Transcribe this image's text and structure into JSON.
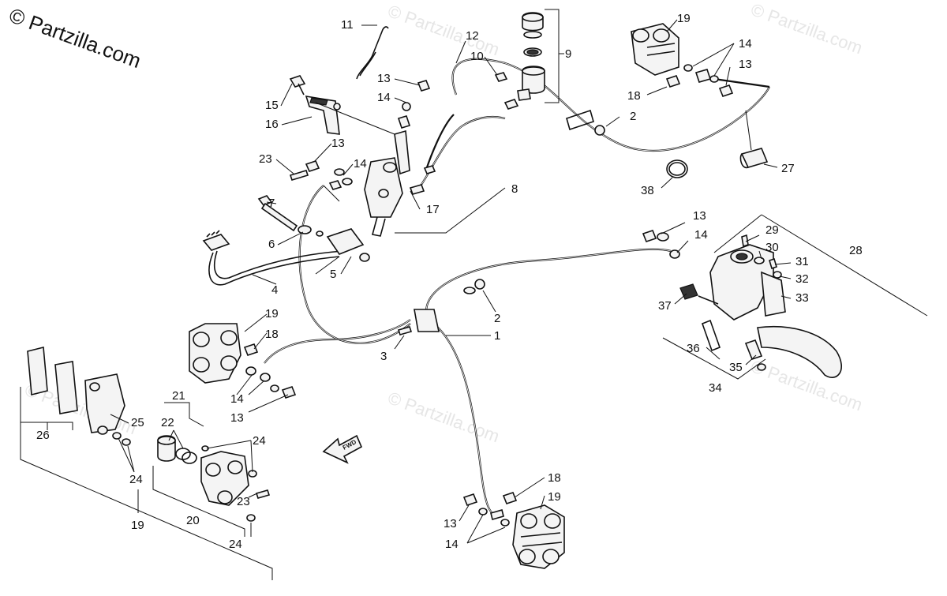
{
  "watermark": {
    "text": "© Partzilla.com",
    "ghost_text": "© Partzilla.com"
  },
  "fwd_label": "FWD",
  "callouts": {
    "c1": "1",
    "c2a": "2",
    "c2b": "2",
    "c3": "3",
    "c4": "4",
    "c5": "5",
    "c6": "6",
    "c7": "7",
    "c8": "8",
    "c9": "9",
    "c10": "10",
    "c11": "11",
    "c12": "12",
    "c13a": "13",
    "c13b": "13",
    "c13c": "13",
    "c13d": "13",
    "c13e": "13",
    "c13f": "13",
    "c14a": "14",
    "c14b": "14",
    "c14c": "14",
    "c14d": "14",
    "c14e": "14",
    "c14f": "14",
    "c15": "15",
    "c16": "16",
    "c17": "17",
    "c18a": "18",
    "c18b": "18",
    "c18c": "18",
    "c19a": "19",
    "c19b": "19",
    "c19c": "19",
    "c19d": "19",
    "c20": "20",
    "c21": "21",
    "c22": "22",
    "c23a": "23",
    "c23b": "23",
    "c24a": "24",
    "c24b": "24",
    "c24c": "24",
    "c25": "25",
    "c26": "26",
    "c27": "27",
    "c28": "28",
    "c29": "29",
    "c30": "30",
    "c31": "31",
    "c32": "32",
    "c33": "33",
    "c34": "34",
    "c35": "35",
    "c36": "36",
    "c37": "37",
    "c38": "38"
  },
  "colors": {
    "line": "#111111",
    "background": "#ffffff",
    "watermark_ghost": "#e6e6e6"
  }
}
